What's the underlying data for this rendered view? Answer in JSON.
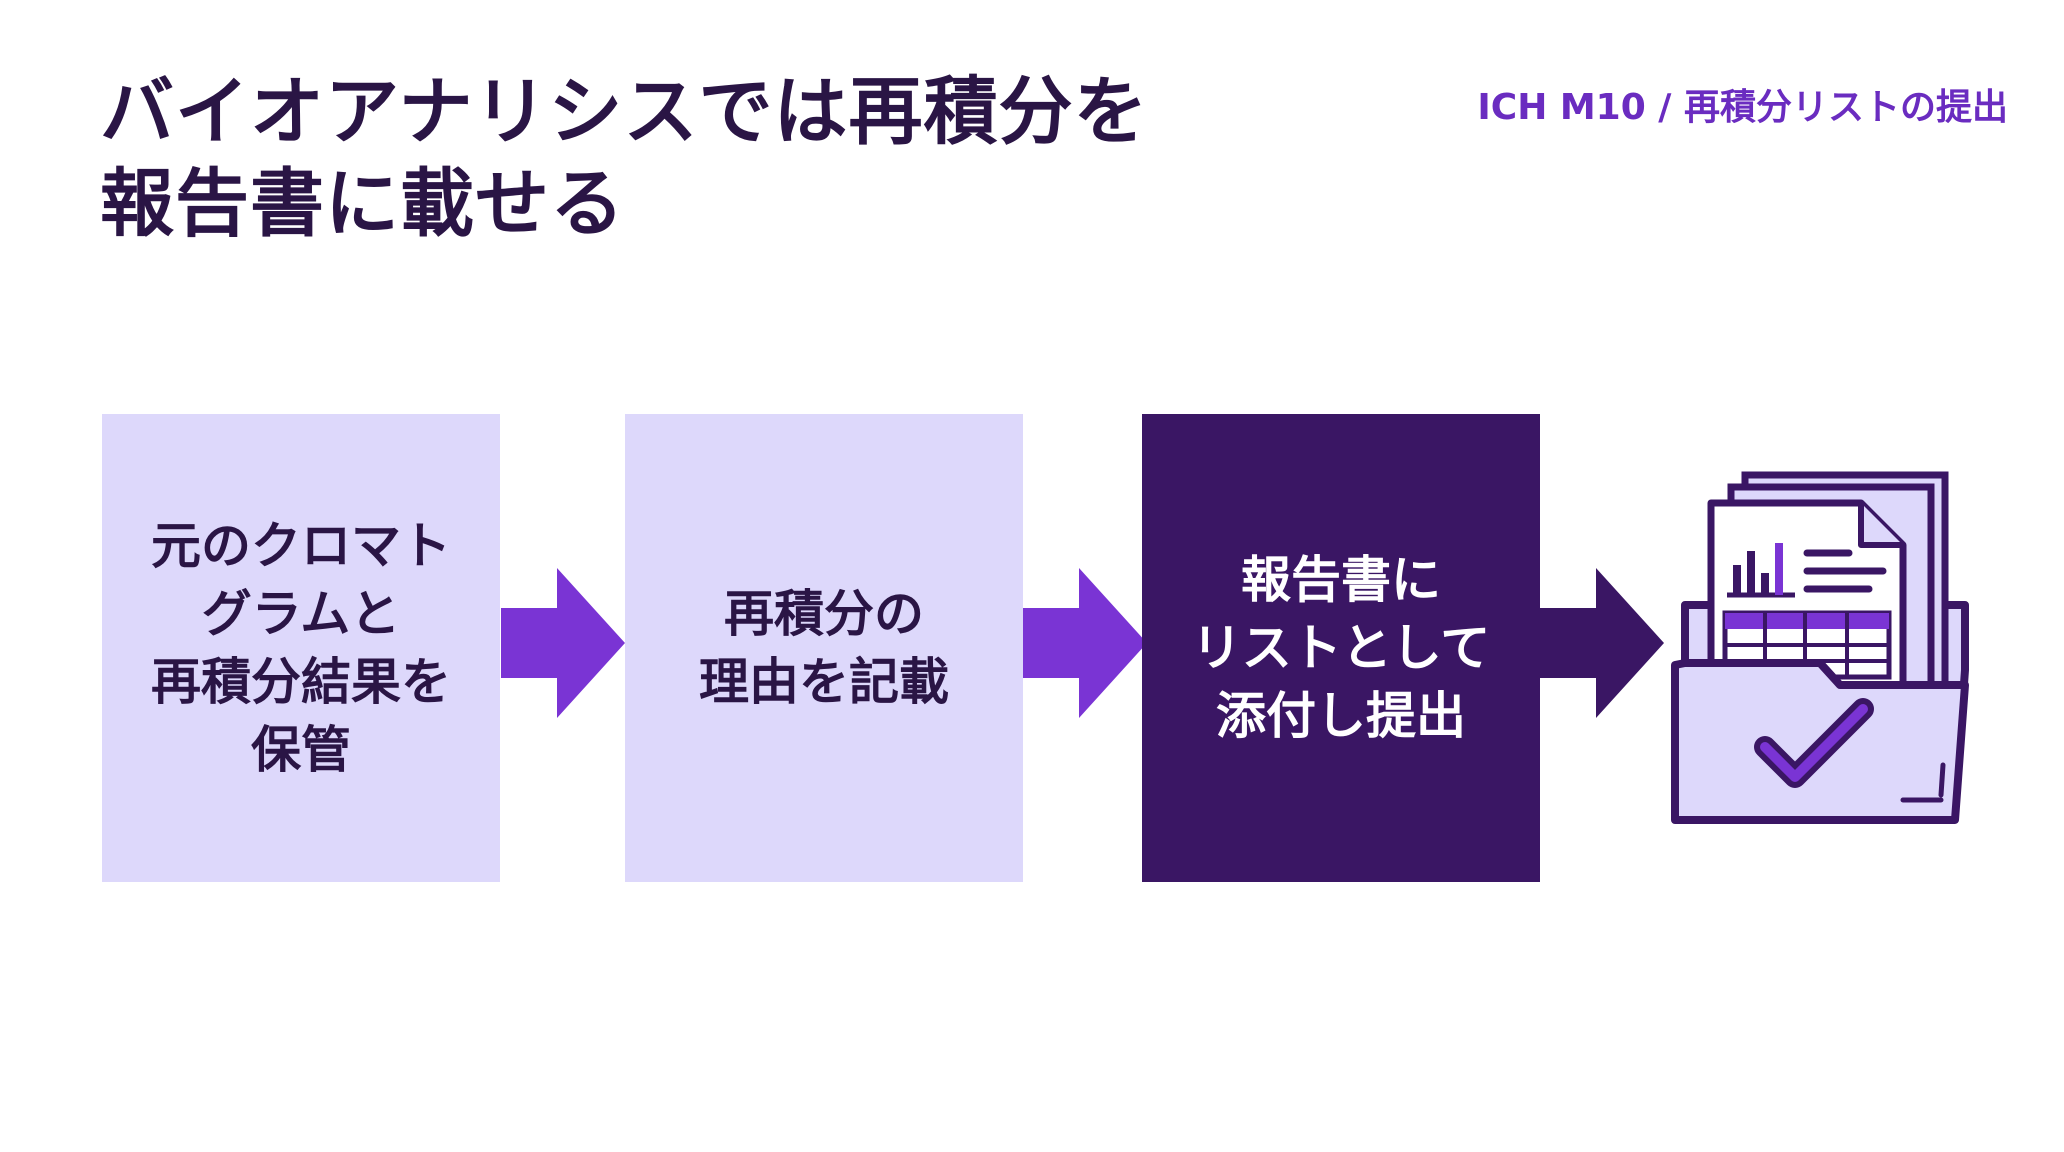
{
  "slide": {
    "title_lines": [
      "バイオアナリシスでは再積分を",
      "報告書に載せる"
    ],
    "tag": "ICH M10 / 再積分リストの提出"
  },
  "steps": [
    {
      "lines": [
        "元のクロマト",
        "グラムと",
        "再積分結果を",
        "保管"
      ],
      "style": "light"
    },
    {
      "lines": [
        "再積分の",
        "理由を記載"
      ],
      "style": "light"
    },
    {
      "lines": [
        "報告書に",
        "リストとして",
        "添付し提出"
      ],
      "style": "dark"
    }
  ],
  "icons": {
    "arrow": "arrow-right-icon",
    "final": "document-folder-check-icon"
  },
  "colors": {
    "title": "#2a1545",
    "accent": "#6a2cc0",
    "light_box": "#ddd8fb",
    "dark_box": "#3a1664",
    "arrow_light": "#7a34d4",
    "arrow_dark": "#3a1664"
  }
}
